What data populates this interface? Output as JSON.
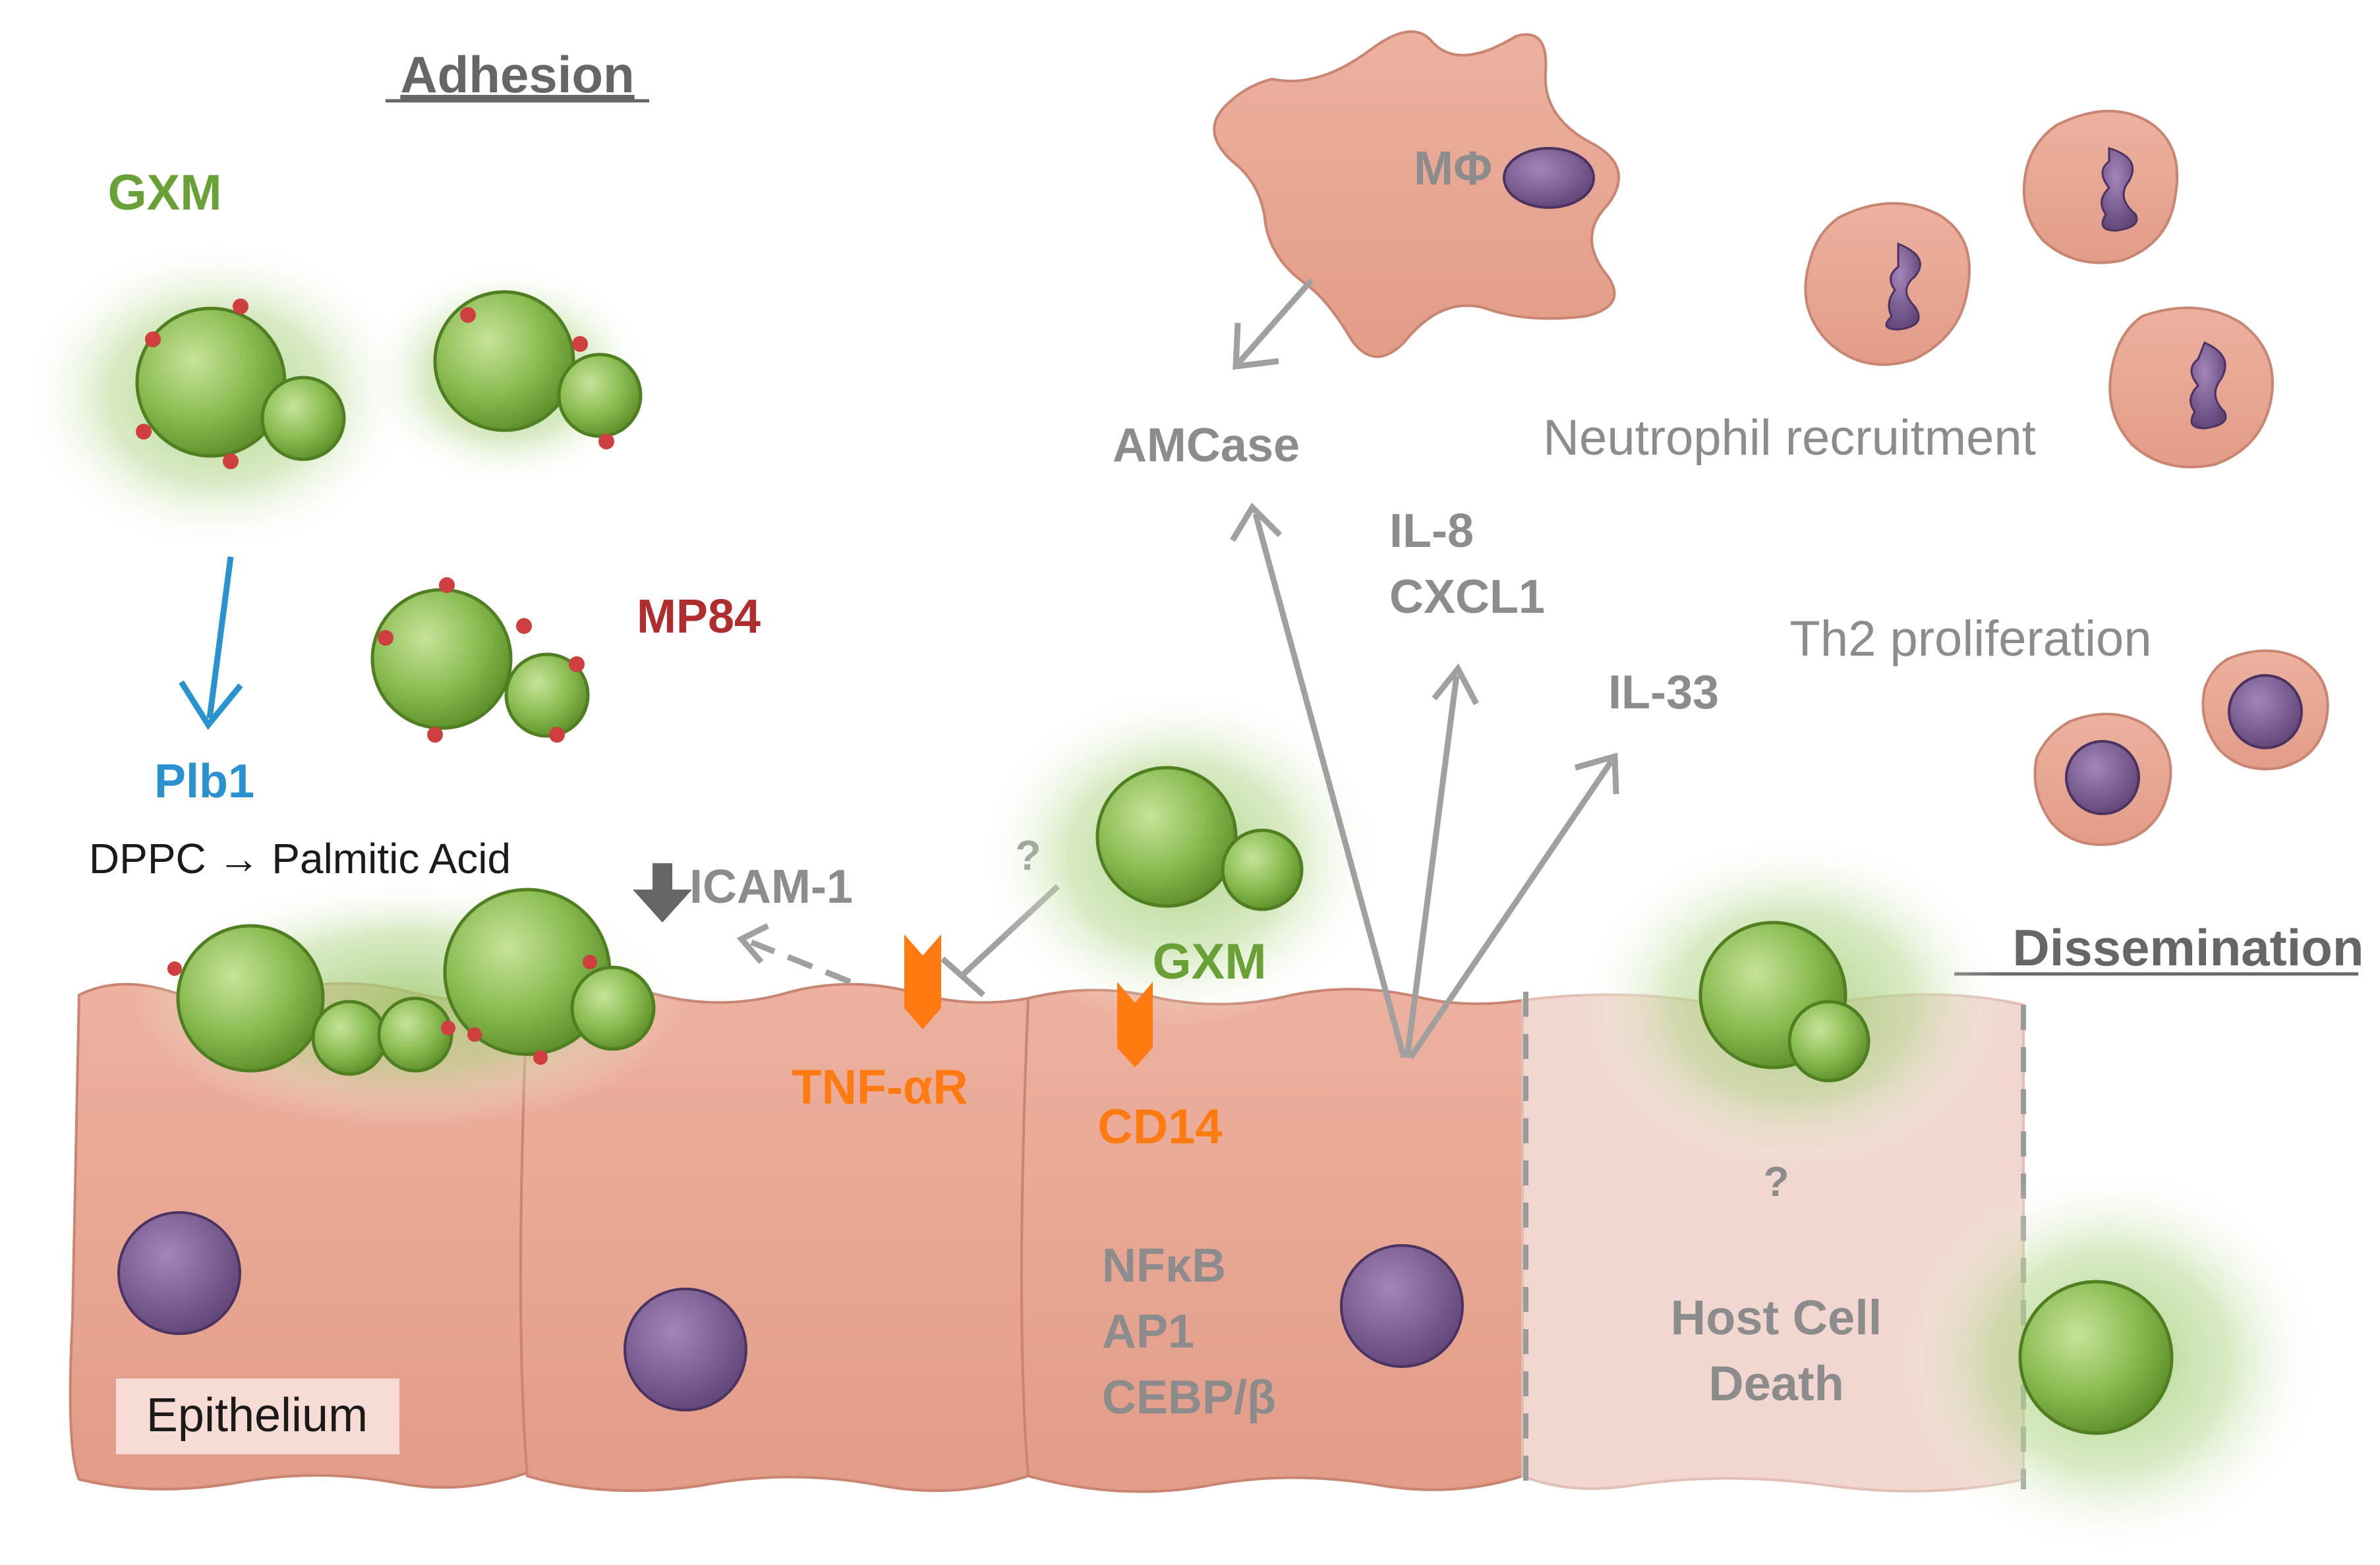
{
  "headings": {
    "adhesion": "Adhesion",
    "dissemination": "Dissemination"
  },
  "labels": {
    "gxm_top": "GXM",
    "gxm_bottom": "GXM",
    "mp84": "MP84",
    "plb1": "Plb1",
    "dppc": "DPPC → Palmitic Acid",
    "icam": "ICAM-1",
    "question_tnf": "?",
    "tnf_receptor": "TNF-αR",
    "cd14": "CD14",
    "macrophage": "MΦ",
    "amcase": "AMCase",
    "il8": "IL-8",
    "cxcl1": "CXCL1",
    "il33": "IL-33",
    "neutrophil": "Neutrophil recruitment",
    "th2": "Th2 proliferation",
    "nfkb": "NFκB",
    "ap1": "AP1",
    "cebp": "CEBP/β",
    "question_death": "?",
    "host_cell_death_1": "Host Cell",
    "host_cell_death_2": "Death",
    "epithelium": "Epithelium"
  },
  "colors": {
    "cell": "#e8a693",
    "cell_edge": "#c98472",
    "nucleus": "#7d5c94",
    "fungus": "#7fb34a",
    "fungus_dark": "#4f7f21",
    "halo": "#a6cf79",
    "mp84_dot": "#cf3f3f",
    "receptor": "#ff7a11",
    "arrow_gray": "#a0a0a0",
    "plb1_blue": "#2b92d2"
  }
}
